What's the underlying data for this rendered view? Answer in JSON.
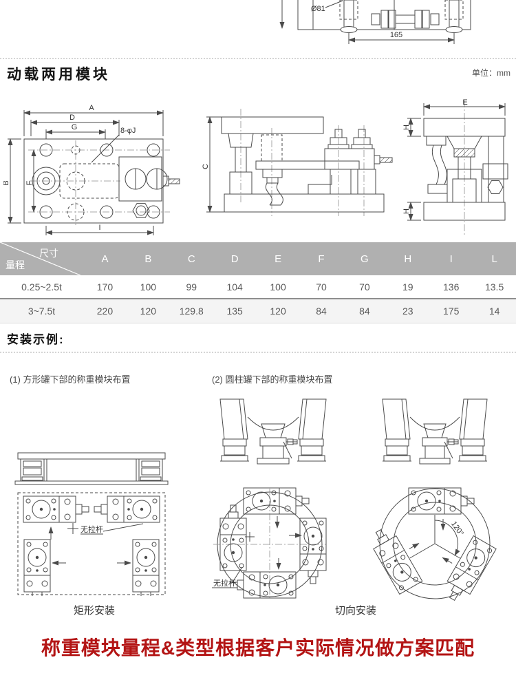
{
  "header": {
    "title": "动载两用模块",
    "unit": "单位：mm"
  },
  "top_drawing": {
    "dia": "Ø81",
    "len": "165"
  },
  "dims": {
    "a": "A",
    "d": "D",
    "g": "G",
    "holes": "8-φJ",
    "b": "B",
    "f": "F",
    "i": "I",
    "c": "C",
    "e": "E",
    "h": "H"
  },
  "table": {
    "corner_top": "尺寸",
    "corner_bottom": "量程",
    "columns": [
      "A",
      "B",
      "C",
      "D",
      "E",
      "F",
      "G",
      "H",
      "I",
      "L"
    ],
    "rows": [
      {
        "range": "0.25~2.5t",
        "values": [
          "170",
          "100",
          "99",
          "104",
          "100",
          "70",
          "70",
          "19",
          "136",
          "13.5"
        ]
      },
      {
        "range": "3~7.5t",
        "values": [
          "220",
          "120",
          "129.8",
          "135",
          "120",
          "84",
          "84",
          "23",
          "175",
          "14"
        ]
      }
    ]
  },
  "install": {
    "heading": "安装示例:",
    "item1": "(1) 方形罐下部的称重模块布置",
    "item2": "(2) 圆柱罐下部的称重模块布置",
    "no_tie_rod": "无拉杆",
    "angle": "120°",
    "caption_rect": "矩形安装",
    "caption_tangent": "切向安装"
  },
  "footer": {
    "note": "称重模块量程&类型根据客户实际情况做方案匹配"
  },
  "colors": {
    "accent_red": "#b31414",
    "table_header_bg": "#b0b0b0"
  }
}
